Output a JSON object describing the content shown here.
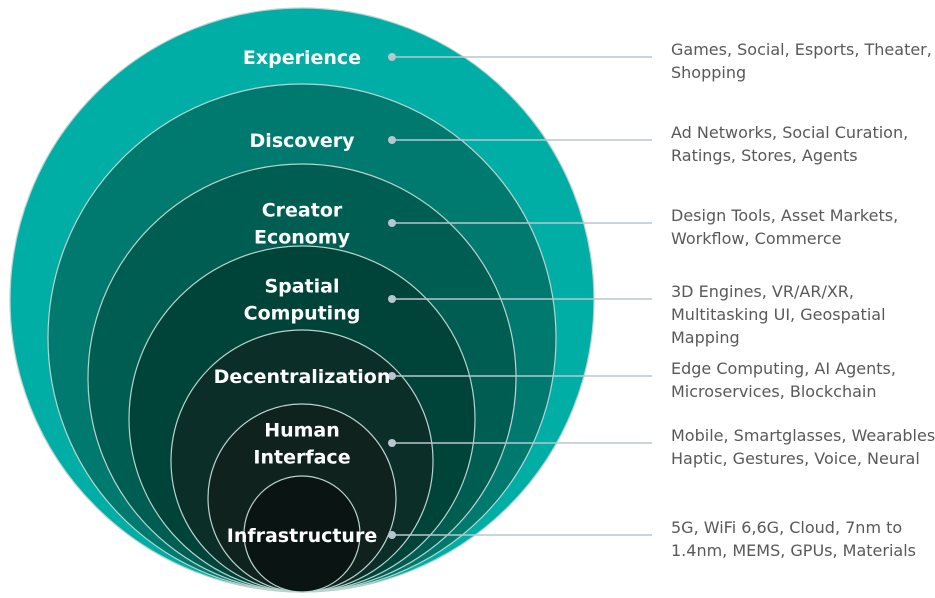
{
  "layers": [
    {
      "label_lines": [
        "Experience"
      ],
      "desc_lines": [
        "Games, Social, Esports, Theater,",
        "Shopping"
      ],
      "color": "#00aea6"
    },
    {
      "label_lines": [
        "Discovery"
      ],
      "desc_lines": [
        "Ad Networks, Social Curation,",
        "Ratings, Stores, Agents"
      ],
      "color": "#007a6f"
    },
    {
      "label_lines": [
        "Creator",
        "Economy"
      ],
      "desc_lines": [
        "Design Tools, Asset Markets,",
        "Workflow, Commerce"
      ],
      "color": "#005d52"
    },
    {
      "label_lines": [
        "Spatial",
        "Computing"
      ],
      "desc_lines": [
        "3D Engines, VR/AR/XR,",
        "Multitasking UI, Geospatial",
        "Mapping"
      ],
      "color": "#004339"
    },
    {
      "label_lines": [
        "Decentralization"
      ],
      "desc_lines": [
        "Edge Computing, AI Agents,",
        "Microservices, Blockchain"
      ],
      "color": "#0c2e28"
    },
    {
      "label_lines": [
        "Human",
        "Interface"
      ],
      "desc_lines": [
        "Mobile, Smartglasses, Wearables,",
        "Haptic, Gestures, Voice, Neural"
      ],
      "color": "#0f221e"
    },
    {
      "label_lines": [
        "Infrastructure"
      ],
      "desc_lines": [
        "5G, WiFi 6,6G, Cloud, 7nm to",
        "1.4nm, MEMS, GPUs, Materials"
      ],
      "color": "#0a1513"
    }
  ],
  "colors": {
    "ring_stroke": "#b9d3cf",
    "connector": "#b7c7cf",
    "label": "#ffffff",
    "description": "#595959"
  }
}
